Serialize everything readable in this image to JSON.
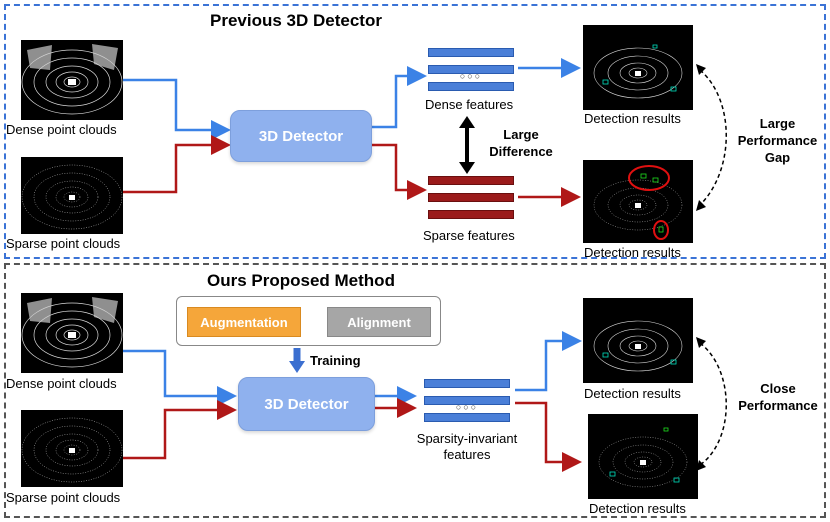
{
  "top": {
    "title": "Previous 3D Detector",
    "dense_input_label": "Dense point clouds",
    "sparse_input_label": "Sparse point clouds",
    "detector_label": "3D Detector",
    "dense_features_label": "Dense features",
    "sparse_features_label": "Sparse features",
    "difference_label_1": "Large",
    "difference_label_2": "Difference",
    "detection_results_top": "Detection results",
    "detection_results_bottom": "Detection results",
    "gap_label_1": "Large",
    "gap_label_2": "Performance",
    "gap_label_3": "Gap"
  },
  "bottom": {
    "title": "Ours Proposed Method",
    "augmentation_label": "Augmentation",
    "alignment_label": "Alignment",
    "training_label": "Training",
    "dense_input_label": "Dense point clouds",
    "sparse_input_label": "Sparse point clouds",
    "detector_label": "3D Detector",
    "features_label_1": "Sparsity-invariant",
    "features_label_2": "features",
    "detection_results_top": "Detection results",
    "detection_results_bottom": "Detection results",
    "perf_label_1": "Close",
    "perf_label_2": "Performance"
  },
  "colors": {
    "blue_flow": "#3b82e6",
    "red_flow": "#b01818",
    "detector_fill": "#8fb1ee",
    "augmentation_fill": "#f5a63a",
    "alignment_fill": "#a6a6a6"
  }
}
